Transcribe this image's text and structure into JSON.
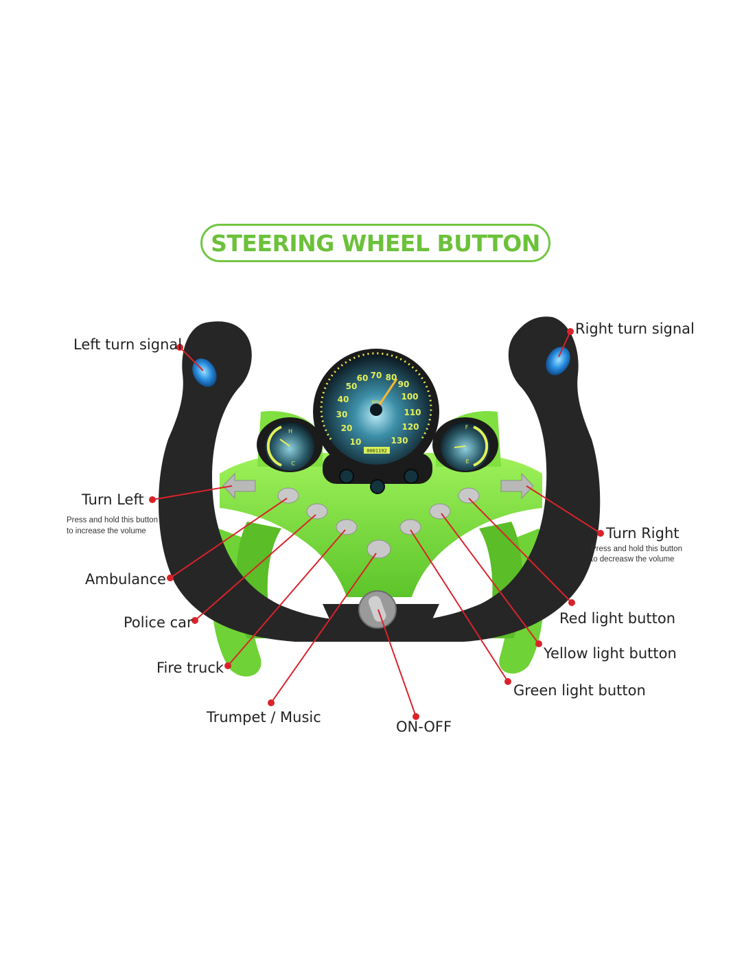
{
  "title": "STEERING WHEEL BUTTON",
  "colors": {
    "accent_green": "#6cc13a",
    "wheel_black": "#262626",
    "leader_red": "#d9232a",
    "signal_blue": "#1f7fd6"
  },
  "callouts": {
    "left_turn_signal": "Left turn signal",
    "right_turn_signal": "Right turn signal",
    "turn_left": "Turn Left",
    "turn_left_note_1": "Press and hold this button",
    "turn_left_note_2": "to increase the volume",
    "turn_right": "Turn Right",
    "turn_right_note_1": "Press and hold this button",
    "turn_right_note_2": "to decreasw the volume",
    "ambulance": "Ambulance",
    "police_car": "Police car",
    "fire_truck": "Fire truck",
    "trumpet_music": "Trumpet / Music",
    "on_off": "ON-OFF",
    "green_light_button": "Green light button",
    "yellow_light_button": "Yellow light button",
    "red_light_button": "Red light button"
  },
  "speedometer": {
    "mph_ticks": [
      "10",
      "20",
      "30",
      "40",
      "50",
      "60",
      "70",
      "80",
      "90",
      "100",
      "110",
      "120",
      "130"
    ],
    "unit": "MPH",
    "odometer": "0001192"
  },
  "temp_gauge": {
    "high": "H",
    "low": "C"
  },
  "fuel_gauge": {
    "full": "F",
    "empty": "E"
  }
}
